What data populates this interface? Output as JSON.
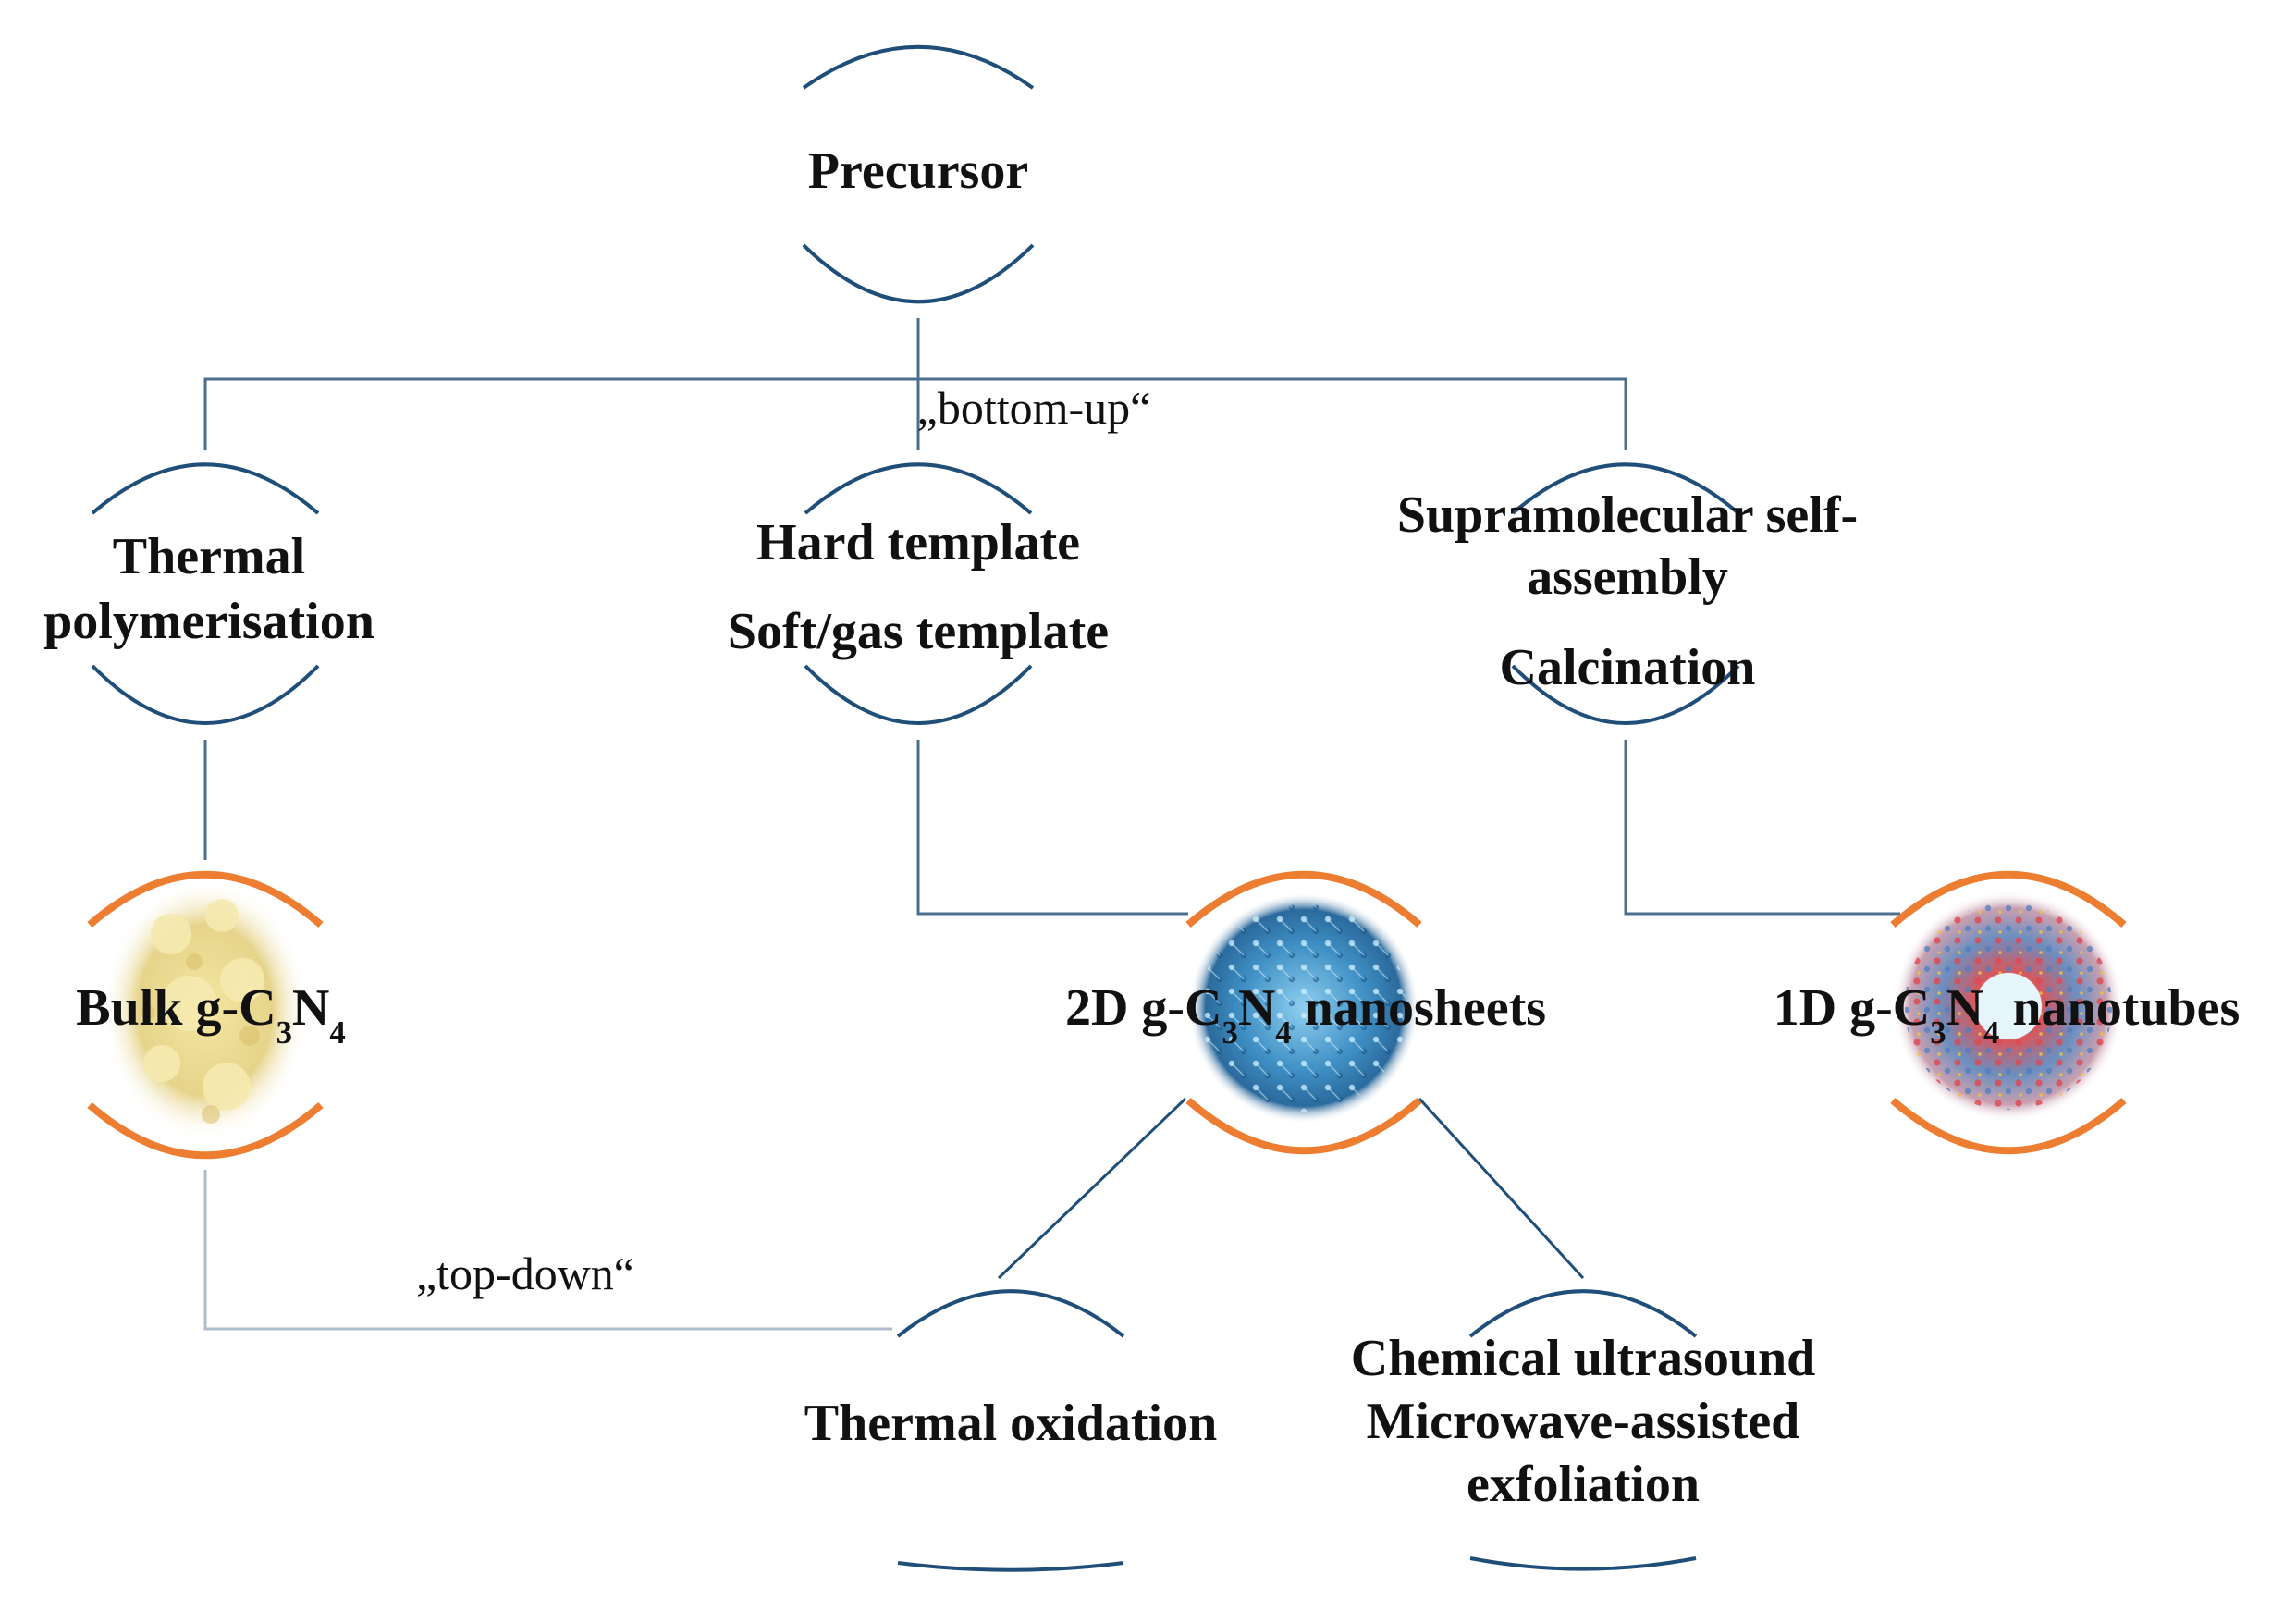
{
  "colors": {
    "connector": "#4b6f8d",
    "connector_light": "#aebccb",
    "bracket_blue": "#1f4e79",
    "bracket_orange": "#ed7d31",
    "bulk_powder": "#e8d98a",
    "nanosheet": "#4a9fd0",
    "nanotube": "#d4545a"
  },
  "labels": {
    "precursor": "Precursor",
    "bottom_up": "„bottom-up“",
    "thermal_poly_1": "Thermal",
    "thermal_poly_2": "polymerisation",
    "hard_template": "Hard template",
    "soft_template": "Soft/gas template",
    "supra_1": "Supramolecular self-",
    "supra_2": "assembly",
    "calcination": "Calcination",
    "top_down": "„top-down“",
    "thermal_oxidation": "Thermal oxidation",
    "chem_1": "Chemical ultrasound",
    "chem_2": "Microwave-assisted",
    "chem_3": "exfoliation"
  },
  "products": {
    "bulk": {
      "pre": "Bulk g-C",
      "sub1": "3",
      "mid": "N",
      "sub2": "4",
      "post": ""
    },
    "sheets": {
      "pre": "2D g-C",
      "sub1": "3",
      "mid": "N",
      "sub2": "4",
      "post": " nanosheets"
    },
    "tubes": {
      "pre": "1D g-C",
      "sub1": "3",
      "mid": "N",
      "sub2": "4",
      "post": " nanotubes"
    }
  }
}
